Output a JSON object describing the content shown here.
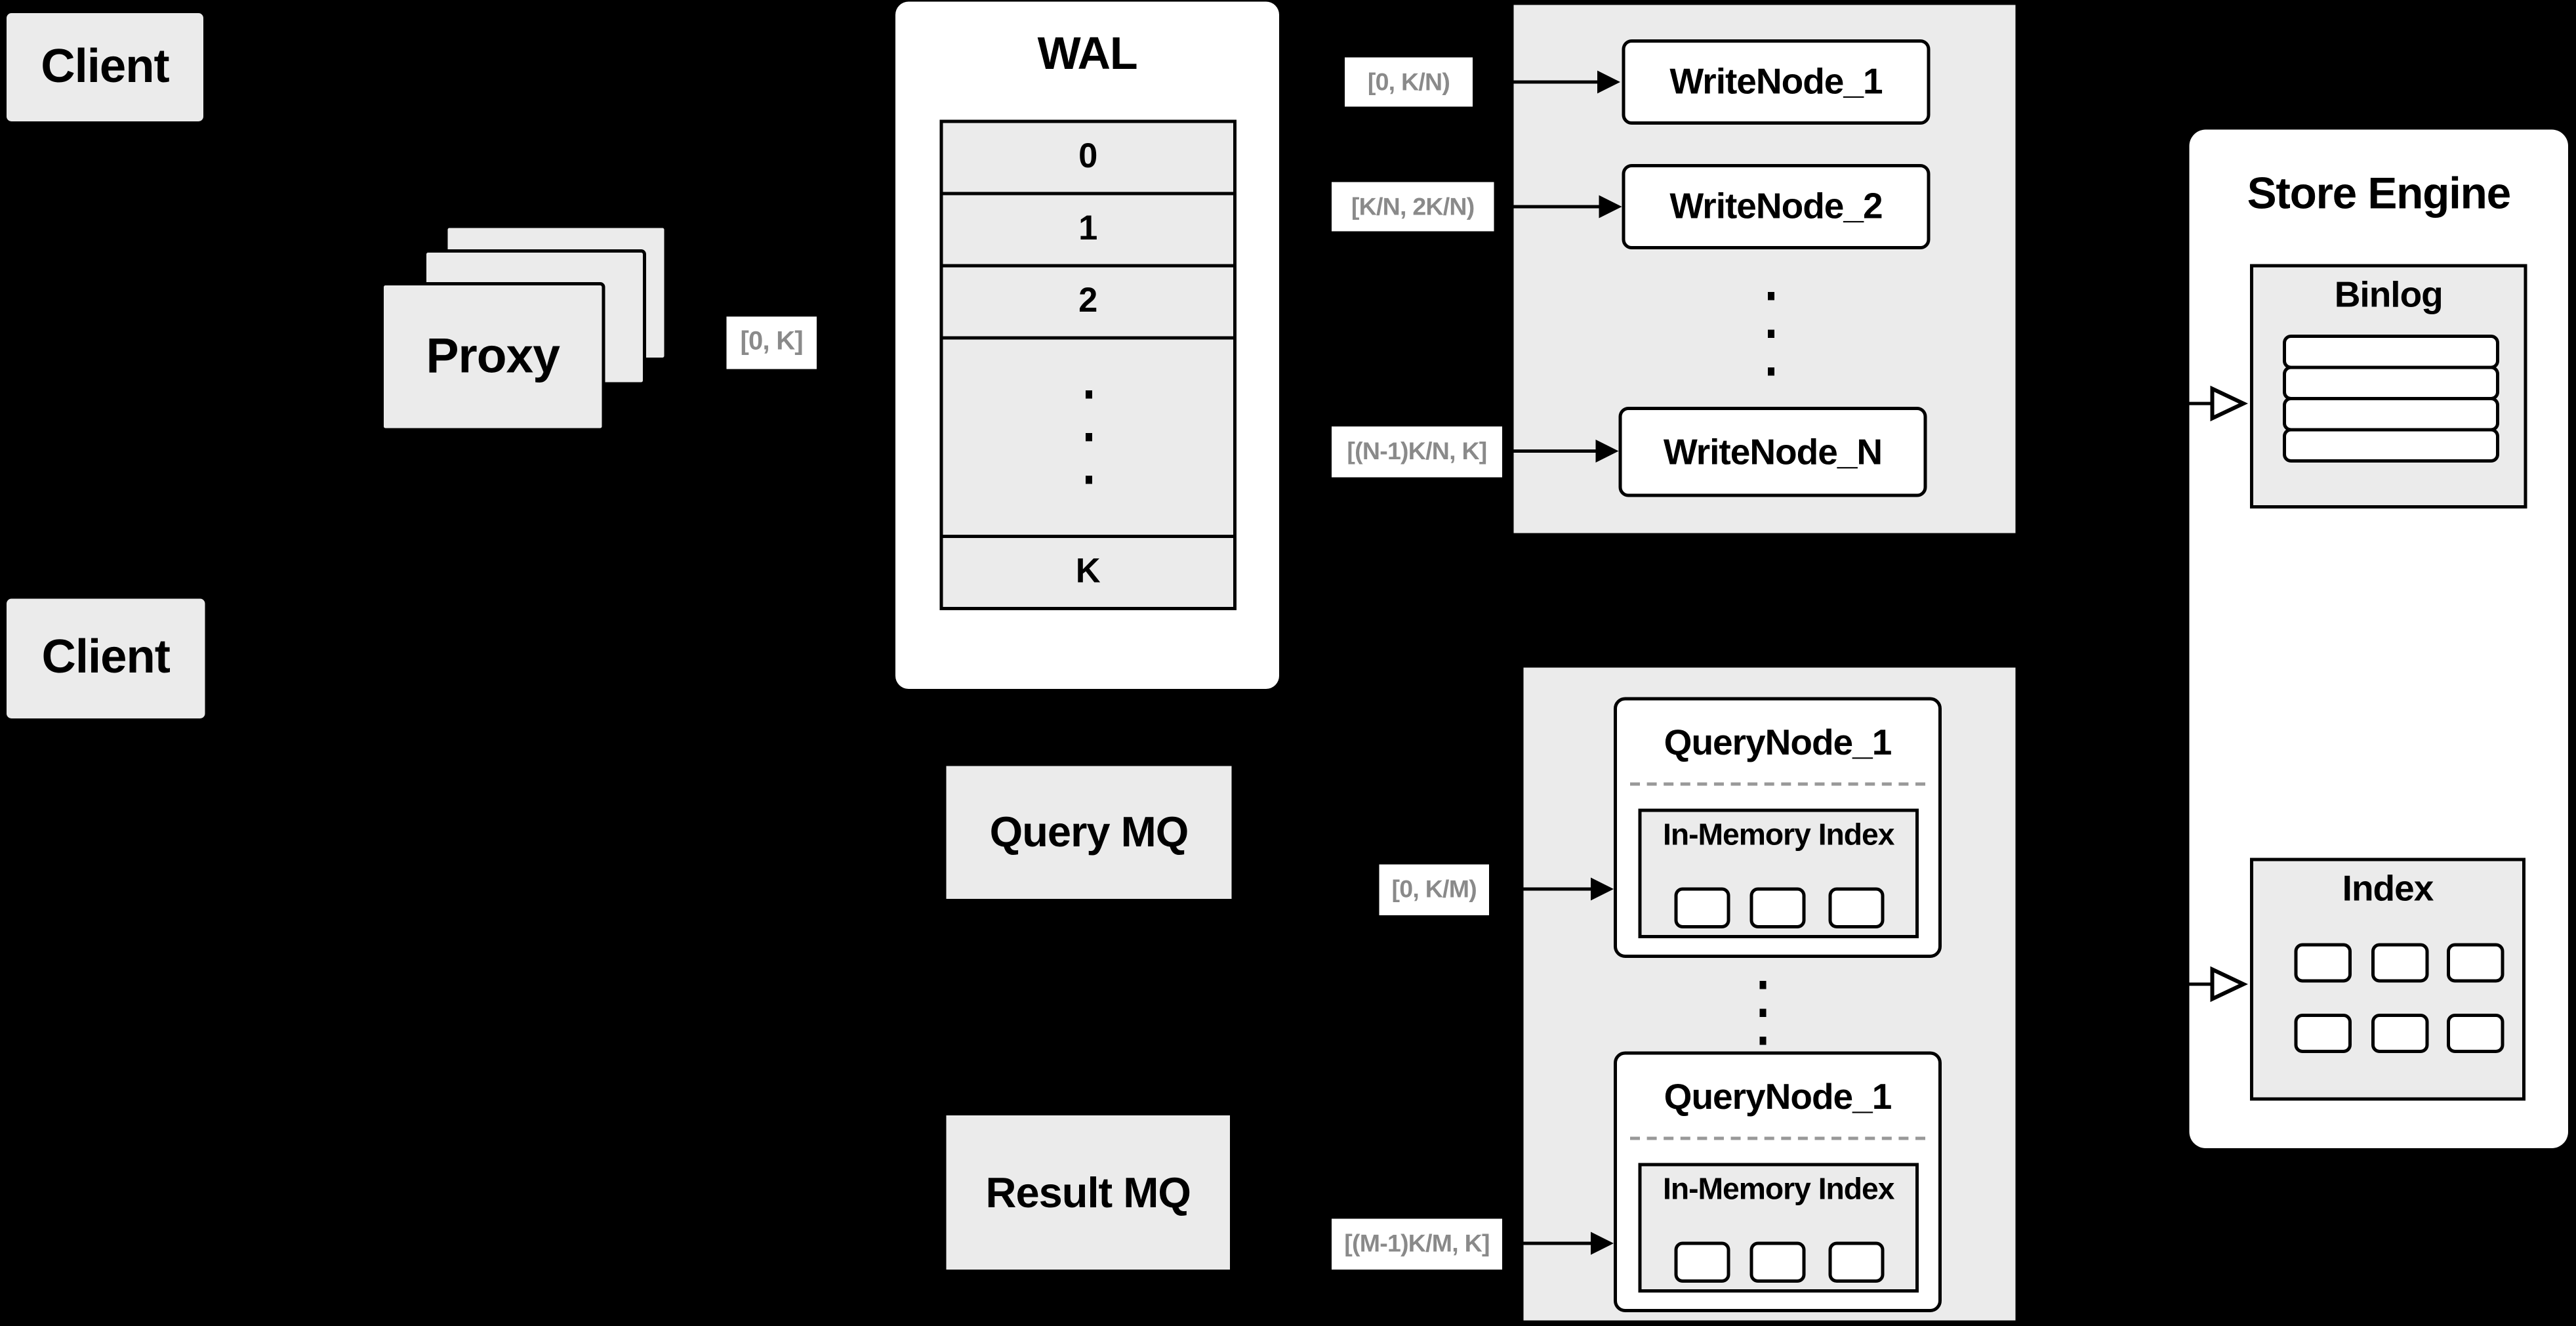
{
  "colors": {
    "background": "#000000",
    "panel_fill": "#ebebeb",
    "node_fill": "#ffffff",
    "line": "#000000",
    "range_text": "#8a8a8a",
    "dashed_line": "#999999"
  },
  "clients": {
    "top": "Client",
    "bottom": "Client"
  },
  "proxy": {
    "label": "Proxy",
    "output_range": "[0, K]"
  },
  "wal": {
    "title": "WAL",
    "segments": [
      "0",
      "1",
      "2"
    ],
    "last_segment": "K"
  },
  "write_nodes": [
    {
      "name": "WriteNode_1",
      "range": "[0, K/N)"
    },
    {
      "name": "WriteNode_2",
      "range": "[K/N, 2K/N)"
    },
    {
      "name": "WriteNode_N",
      "range": "[(N-1)K/N, K]"
    }
  ],
  "store_engine": {
    "title": "Store Engine",
    "binlog_title": "Binlog",
    "index_title": "Index"
  },
  "message_queues": {
    "query": "Query MQ",
    "result": "Result MQ"
  },
  "query_nodes": [
    {
      "title": "QueryNode_1",
      "subtitle": "In-Memory Index",
      "range": "[0, K/M)"
    },
    {
      "title": "QueryNode_1",
      "subtitle": "In-Memory Index",
      "range": "[(M-1)K/M, K]"
    }
  ]
}
